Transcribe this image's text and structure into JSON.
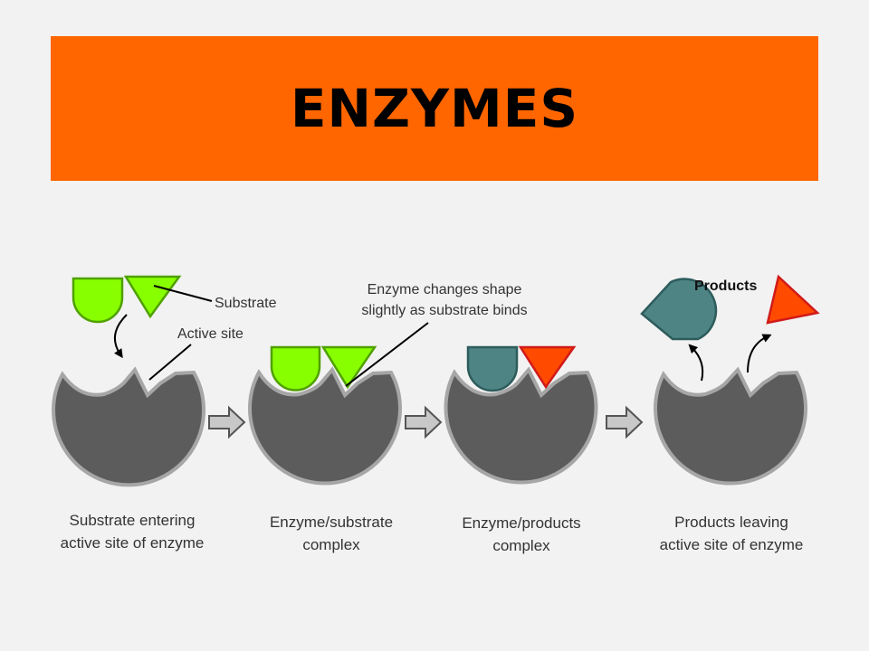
{
  "slide": {
    "title": "ENZYMES"
  },
  "diagram": {
    "labels": {
      "substrate": "Substrate",
      "active_site": "Active site",
      "shape_change_line1": "Enzyme changes shape",
      "shape_change_line2": "slightly as substrate binds",
      "products": "Products"
    },
    "stages": [
      {
        "line1": "Substrate entering",
        "line2": "active site of enzyme"
      },
      {
        "line1": "Enzyme/substrate",
        "line2": "complex"
      },
      {
        "line1": "Enzyme/products",
        "line2": "complex"
      },
      {
        "line1": "Products leaving",
        "line2": "active site of enzyme"
      }
    ],
    "colors": {
      "title_bar": "#ff6600",
      "enzyme": "#5c5c5c",
      "substrate": "#88ff00",
      "product_semicircle": "#4e8484",
      "product_triangle": "#ff4a00"
    }
  }
}
